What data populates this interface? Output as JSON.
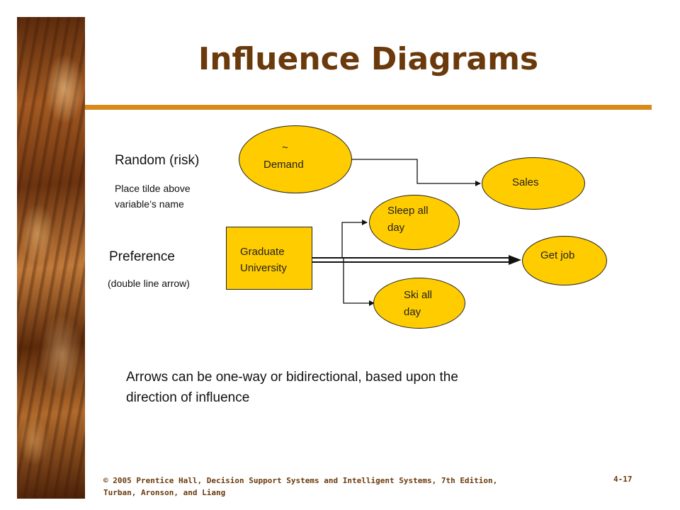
{
  "slide": {
    "title": "Influence Diagrams",
    "footer_line1": "© 2005  Prentice Hall, Decision Support Systems and Intelligent Systems, 7th Edition,",
    "footer_line2": "Turban, Aronson, and Liang",
    "page_number": "4-17",
    "note_line1": "Arrows can be one-way or bidirectional, based upon the",
    "note_line2": "direction of influence"
  },
  "legend": {
    "random_title": "Random (risk)",
    "random_desc_line1": "Place tilde above",
    "random_desc_line2": "variable’s name",
    "preference_title": "Preference",
    "preference_desc": "(double line arrow)"
  },
  "nodes": {
    "demand": {
      "tilde": "~",
      "label": "Demand"
    },
    "sales": {
      "label": "Sales"
    },
    "graduate": {
      "line1": "Graduate",
      "line2": "University"
    },
    "sleep": {
      "line1": "Sleep all",
      "line2": "day"
    },
    "getjob": {
      "label": "Get job"
    },
    "ski": {
      "line1": "Ski all",
      "line2": "day"
    }
  },
  "colors": {
    "title": "#6b3a0c",
    "rule": "#d98a1a",
    "node_fill": "#ffcc00"
  }
}
